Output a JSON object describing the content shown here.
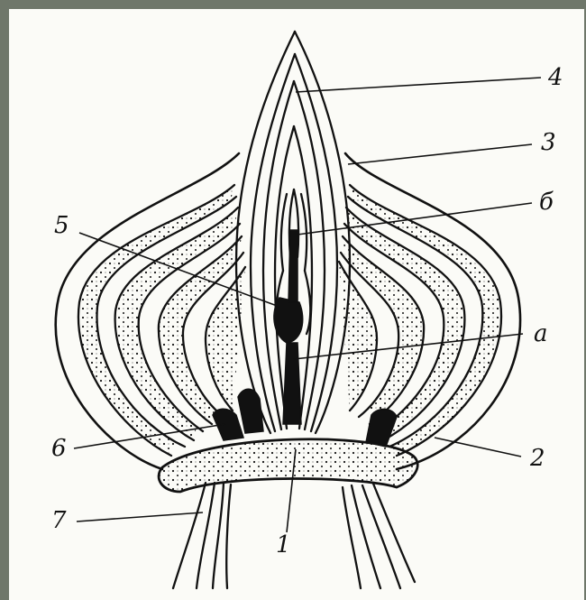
{
  "diagram": {
    "labels": {
      "l1": "1",
      "l2": "2",
      "l3": "3",
      "l4": "4",
      "l5": "5",
      "l6": "6",
      "l7": "7",
      "lb": "б",
      "la": "а"
    },
    "colors": {
      "frame": "#6f776a",
      "paper": "#fbfbf7",
      "ink": "#111111"
    }
  }
}
